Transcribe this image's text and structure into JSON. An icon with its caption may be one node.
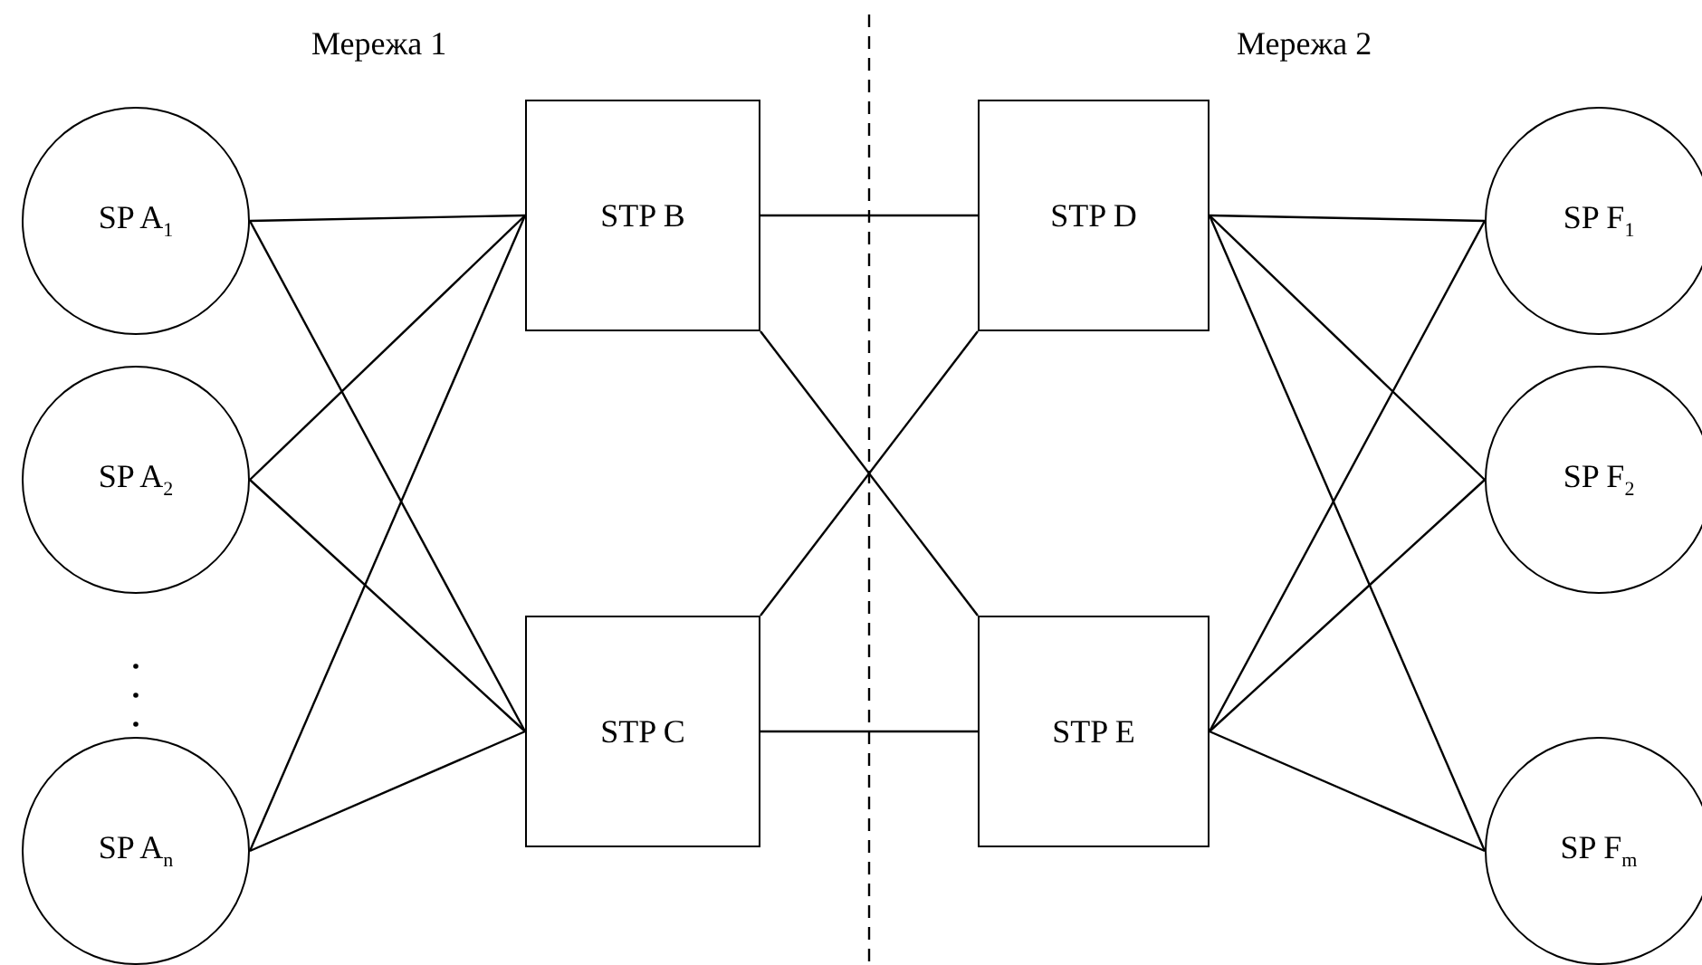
{
  "diagram": {
    "nodes": [
      {
        "text": [
          "SP A$_{1}$"
        ]
      },
      {
        "text": [
          "SP A$_{2}$"
        ]
      },
      {
        "text": [
          "SP A$_{n}$"
        ]
      },
      {
        "text": [
          "STP B"
        ]
      },
      {
        "text": [
          "STP C"
        ]
      },
      {
        "text": [
          "STP D"
        ]
      },
      {
        "text": [
          "STP E"
        ]
      },
      {
        "text": [
          "SP F$_{1}$"
        ]
      },
      {
        "text": [
          "SP F$_{2}$"
        ]
      },
      {
        "text": [
          "SP F$_{m}$"
        ]
      }
    ],
    "edges": [
      {
        "from": 0,
        "to": 3,
        "arrow": "none"
      },
      {
        "from": 0,
        "to": 4,
        "arrow": "none"
      },
      {
        "from": 1,
        "to": 3,
        "arrow": "none"
      },
      {
        "from": 1,
        "to": 4,
        "arrow": "none"
      },
      {
        "from": 2,
        "to": 3,
        "arrow": "none"
      },
      {
        "from": 2,
        "to": 4,
        "arrow": "none"
      },
      {
        "from": 3,
        "to": 5,
        "arrow": "none"
      },
      {
        "from": 3,
        "to": 6,
        "arrow": "none"
      },
      {
        "from": 4,
        "to": 5,
        "arrow": "none"
      },
      {
        "from": 4,
        "to": 6,
        "arrow": "none"
      },
      {
        "from": 5,
        "to": 7,
        "arrow": "none"
      },
      {
        "from": 5,
        "to": 8,
        "arrow": "none"
      },
      {
        "from": 5,
        "to": 9,
        "arrow": "none"
      },
      {
        "from": 6,
        "to": 7,
        "arrow": "none"
      },
      {
        "from": 6,
        "to": 8,
        "arrow": "none"
      },
      {
        "from": 6,
        "to": 9,
        "arrow": "none"
      }
    ],
    "labels": [
      "Мережа 1",
      "Мережа 2"
    ]
  }
}
